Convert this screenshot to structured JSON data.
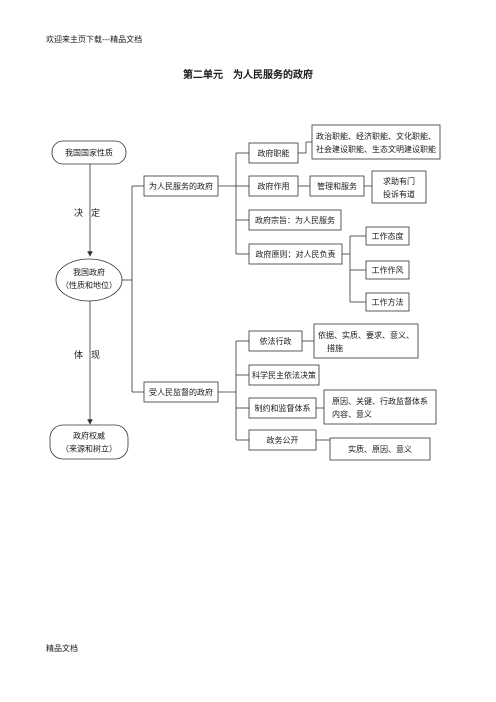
{
  "page": {
    "header": "欢迎来主页下载---精品文档",
    "footer": "精品文档",
    "title": "第二单元　为人民服务的政府"
  },
  "diagram": {
    "nodes": {
      "n_nature": "我国国家性质",
      "n_govt": [
        "我国政府",
        "（性质和地位）"
      ],
      "n_authority": [
        "政府权威",
        "（来源和树立）"
      ],
      "n_serve": "为人民服务的政府",
      "n_supervised": "受人民监督的政府",
      "n_func": "政府职能",
      "n_func_detail": [
        "政治职能、经济职能、文化职能、",
        "社会建设职能、生态文明建设职能"
      ],
      "n_role": "政府作用",
      "n_manage": "管理和服务",
      "n_seek": [
        "求助有门",
        "投诉有道"
      ],
      "n_purpose": "政府宗旨：为人民服务",
      "n_principle": "政府原则：对人民负责",
      "n_attitude": "工作态度",
      "n_style": "工作作风",
      "n_method": "工作方法",
      "n_law": "依法行政",
      "n_law_detail": [
        "依据、实质、要求、意义、",
        "措施"
      ],
      "n_science": "科学民主依法决策",
      "n_restrict": "制约和监督体系",
      "n_restrict_detail": [
        "原因、关键、行政监督体系",
        "内容、意义"
      ],
      "n_open": "政务公开",
      "n_open_detail": "实质、原因、意义"
    },
    "edge_labels": {
      "decide": "决定",
      "embody": "体现"
    }
  }
}
